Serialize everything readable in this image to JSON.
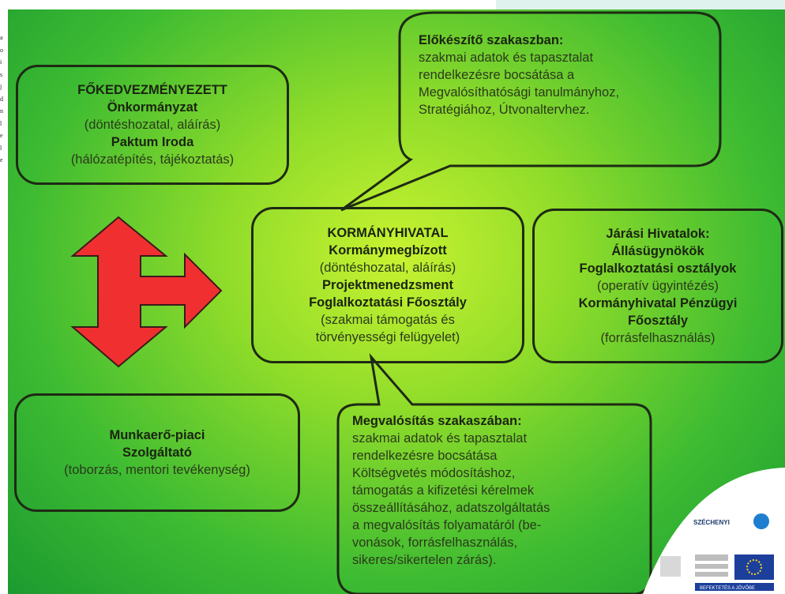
{
  "page_side_text": [
    "a",
    "o",
    "i",
    "s",
    "j",
    "d",
    "n",
    "l",
    "e",
    "l",
    "e"
  ],
  "diagram": {
    "beneficiary": {
      "title": "FŐKEDVEZMÉNYEZETT",
      "line1_bold": "Önkormányzat",
      "line1_note": "(döntéshozatal, aláírás)",
      "line2_bold": "Paktum Iroda",
      "line2_note": "(hálózatépítés, tájékoztatás)"
    },
    "government_office": {
      "title": "KORMÁNYHIVATAL",
      "line1_bold": "Kormánymegbízott",
      "line1_note": "(döntéshozatal, aláírás)",
      "line2_bold": "Projektmenedzsment",
      "line3_bold": "Foglalkoztatási Főosztály",
      "line3_note_a": "(szakmai támogatás és",
      "line3_note_b": "törvényességi felügyelet)"
    },
    "district_offices": {
      "title": "Járási Hivatalok:",
      "line1_bold": "Állásügynökök",
      "line2_bold": "Foglalkoztatási osztályok",
      "line2_note": "(operatív ügyintézés)",
      "line3_bold_a": "Kormányhivatal Pénzügyi",
      "line3_bold_b": "Főosztály",
      "line3_note": "(forrásfelhasználás)"
    },
    "labor_provider": {
      "title_a": "Munkaerő-piaci",
      "title_b": "Szolgáltató",
      "note": "(toborzás, mentori tevékenység)"
    },
    "prep_callout": {
      "title": "Előkészítő szakaszban:",
      "lines": [
        "szakmai adatok és tapasztalat",
        "rendelkezésre bocsátása a",
        "Megvalósíthatósági tanulmányhoz,",
        "Stratégiához, Útvonaltervhez."
      ]
    },
    "impl_callout": {
      "title": "Megvalósítás szakaszában:",
      "lines": [
        "szakmai adatok és tapasztalat",
        "rendelkezésre bocsátása",
        "Költségvetés módosításhoz,",
        "támogatás a kifizetési kérelmek",
        "összeállításához, adatszolgáltatás",
        "a megvalósítás folyamatáról (be-",
        "vonások, forrásfelhasználás,",
        "sikeres/sikertelen zárás)."
      ]
    },
    "colors": {
      "arrow_fill": "#f03030",
      "border": "#1e2a14",
      "background_center": "#c8f230",
      "background_edge": "#1c9a30"
    }
  },
  "logo": {
    "brand": "SZÉCHENYI",
    "badge_text": "BEFEKTETÉS A JÖVŐBE"
  }
}
